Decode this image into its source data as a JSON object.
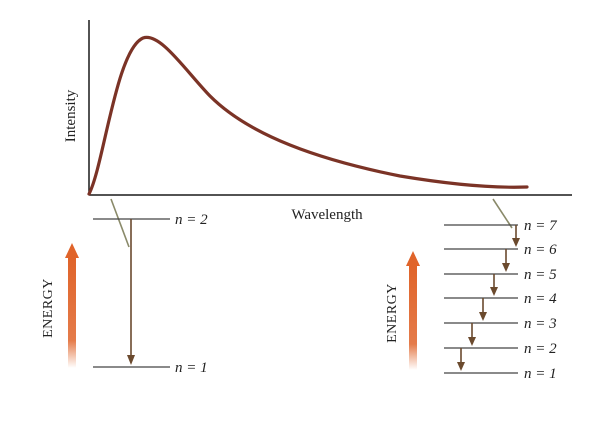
{
  "spectrum": {
    "xlabel": "Wavelength",
    "ylabel": "Intensity"
  },
  "left_diagram": {
    "energy_label": "ENERGY",
    "levels": [
      {
        "n": 2,
        "label": "n = 2"
      },
      {
        "n": 1,
        "label": "n = 1"
      }
    ]
  },
  "right_diagram": {
    "energy_label": "ENERGY",
    "levels": [
      {
        "n": 7,
        "label": "n = 7"
      },
      {
        "n": 6,
        "label": "n = 6"
      },
      {
        "n": 5,
        "label": "n = 5"
      },
      {
        "n": 4,
        "label": "n = 4"
      },
      {
        "n": 3,
        "label": "n = 3"
      },
      {
        "n": 2,
        "label": "n = 2"
      },
      {
        "n": 1,
        "label": "n = 1"
      }
    ]
  },
  "colors": {
    "curve": "#7b3326",
    "axis": "#1a1a1a",
    "level_line": "#444444",
    "transition_arrow": "#6b4a2e",
    "energy_arrow": "#e0642a",
    "pointer": "#8a8a6a"
  }
}
